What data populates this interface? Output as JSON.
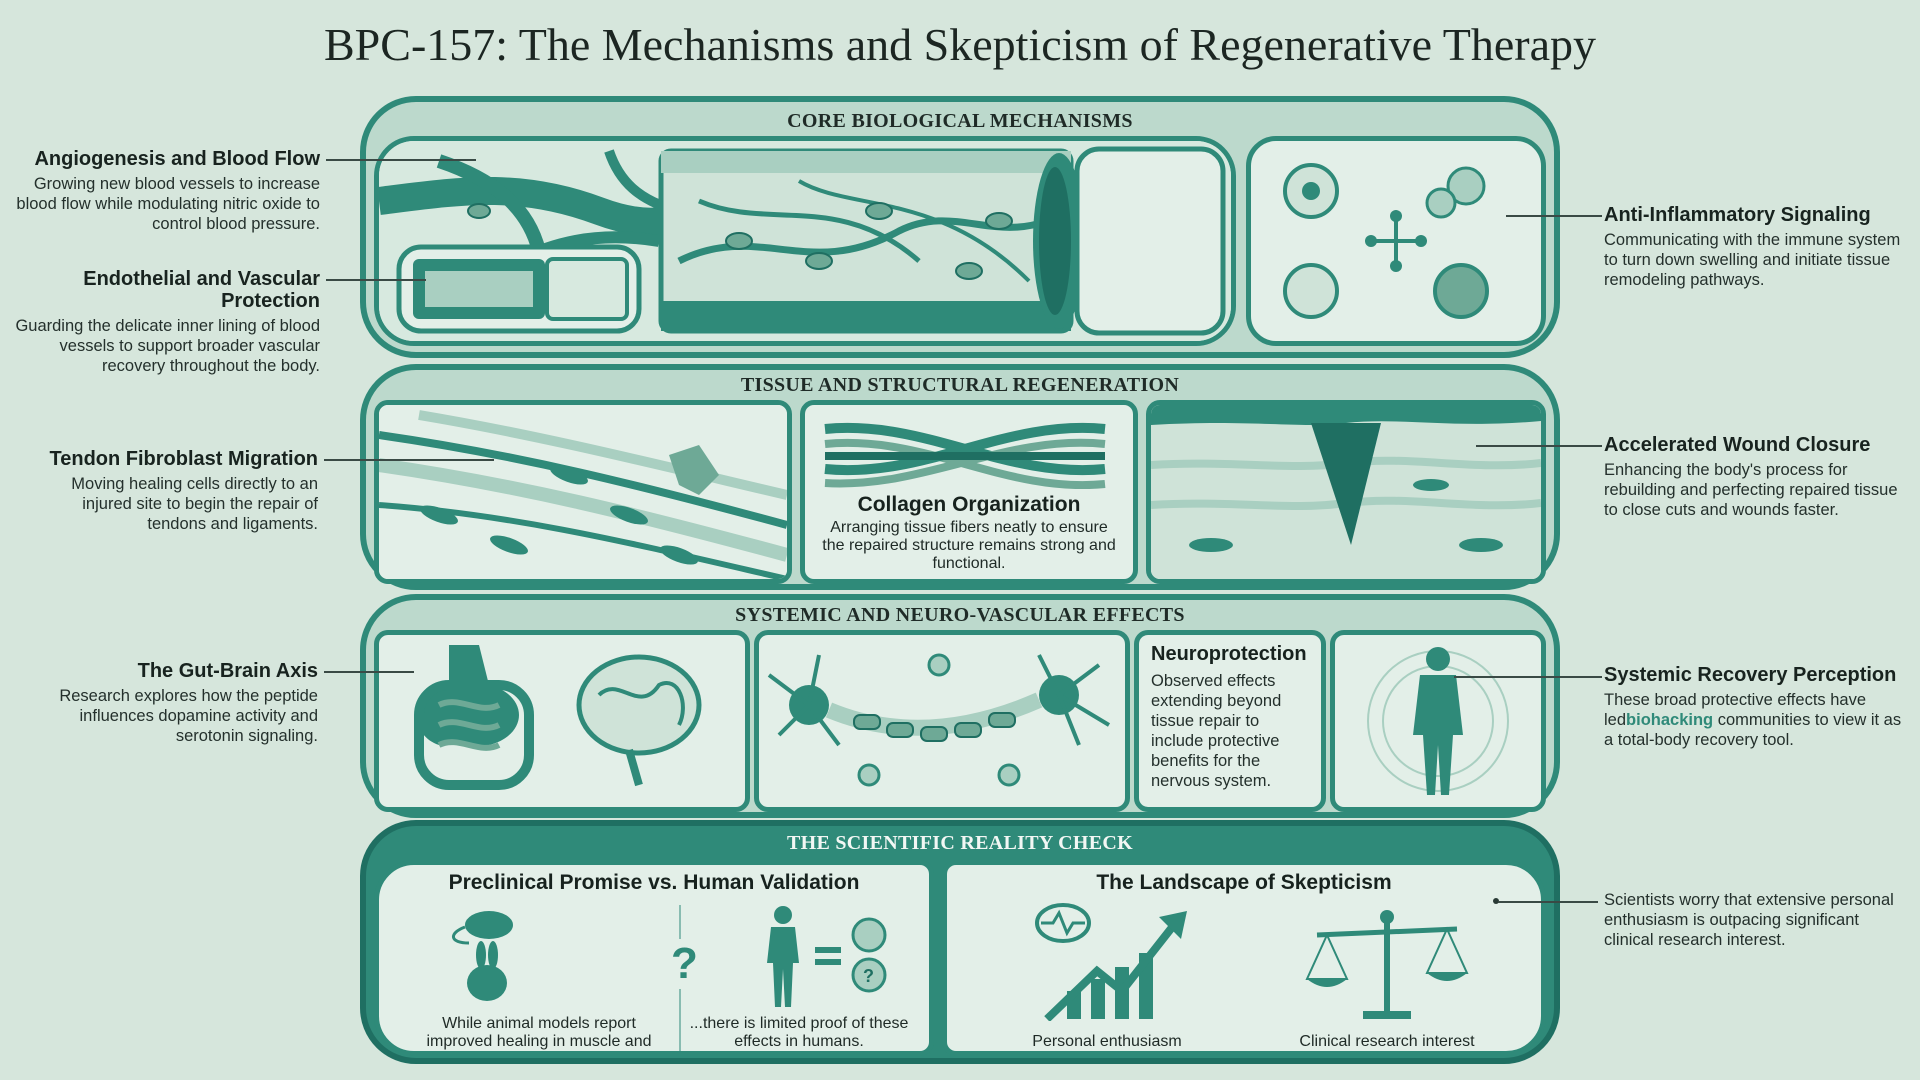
{
  "title": "BPC-157: The Mechanisms and Skepticism of Regenerative Therapy",
  "sections": {
    "core": "CORE BIOLOGICAL MECHANISMS",
    "tissue": "TISSUE AND STRUCTURAL REGENERATION",
    "systemic": "SYSTEMIC AND NEURO-VASCULAR EFFECTS",
    "reality": "THE SCIENTIFIC REALITY CHECK"
  },
  "callouts": {
    "angiogenesis": {
      "title": "Angiogenesis and Blood Flow",
      "text": "Growing new blood vessels to increase blood flow while modulating nitric oxide to control blood pressure."
    },
    "endothelial": {
      "title": "Endothelial and Vascular Protection",
      "text": "Guarding the delicate inner lining of blood vessels to support broader vascular recovery throughout the body."
    },
    "anti_inflammatory": {
      "title": "Anti-Inflammatory Signaling",
      "text": "Communicating with the immune system to turn down swelling and initiate tissue remodeling pathways."
    },
    "tendon": {
      "title": "Tendon Fibroblast Migration",
      "text": "Moving healing cells directly to an injured site to begin the repair of tendons and ligaments."
    },
    "wound": {
      "title": "Accelerated Wound Closure",
      "text": "Enhancing the body's process for rebuilding and perfecting repaired tissue to close cuts and wounds faster."
    },
    "gut_brain": {
      "title": "The Gut-Brain Axis",
      "text": "Research explores how the peptide influences dopamine activity and serotonin signaling."
    },
    "systemic": {
      "title": "Systemic Recovery Perception",
      "text_before": "These broad protective effects have led",
      "highlight": "biohacking",
      "text_after": "communities to view it as a total-body recovery tool."
    },
    "skeptic_note": "Scientists worry that extensive personal enthusiasm is outpacing significant clinical research interest."
  },
  "collagen": {
    "title": "Collagen Organization",
    "text": "Arranging tissue fibers neatly to ensure the repaired structure remains strong and functional."
  },
  "neuro": {
    "title": "Neuroprotection",
    "text": "Observed effects extending beyond tissue repair to include protective benefits for the nervous system."
  },
  "reality": {
    "preclinical_title": "Preclinical Promise vs. Human Validation",
    "animal_caption": "While animal models report improved healing in muscle and tendons...",
    "human_caption": "...there is limited proof of these effects in humans.",
    "question_mark": "?",
    "skepticism_title": "The Landscape of Skepticism",
    "enthusiasm_label": "Personal enthusiasm",
    "clinical_label": "Clinical research interest"
  },
  "colors": {
    "teal": "#2f8a79",
    "dark_teal": "#1f6f62",
    "bg": "#d6e6dc",
    "panel": "#e3efe8"
  }
}
